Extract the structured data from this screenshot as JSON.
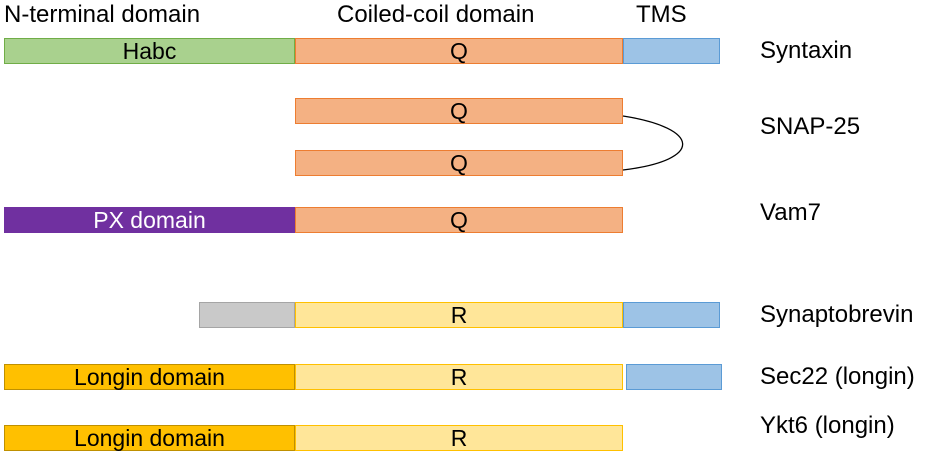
{
  "headers": {
    "n_terminal": "N-terminal domain",
    "coiled_coil": "Coiled-coil domain",
    "tms": "TMS"
  },
  "rows": {
    "syntaxin": {
      "name": "Syntaxin",
      "n_label": "Habc",
      "coil_label": "Q"
    },
    "snap25": {
      "name": "SNAP-25",
      "coil1_label": "Q",
      "coil2_label": "Q"
    },
    "vam7": {
      "name": "Vam7",
      "n_label": "PX domain",
      "coil_label": "Q"
    },
    "synaptobrevin": {
      "name": "Synaptobrevin",
      "coil_label": "R"
    },
    "sec22": {
      "name": "Sec22 (longin)",
      "n_label": "Longin domain",
      "coil_label": "R"
    },
    "ykt6": {
      "name": "Ykt6 (longin)",
      "n_label": "Longin domain",
      "coil_label": "R"
    }
  },
  "colors": {
    "habc": "#a9d18e",
    "q_coil": "#f4b183",
    "tms": "#9dc3e6",
    "px_domain": "#7030a0",
    "synaptobrevin_n_terminal": "#c9c9c9",
    "r_coil": "#ffe699",
    "longin_domain": "#ffc000"
  }
}
